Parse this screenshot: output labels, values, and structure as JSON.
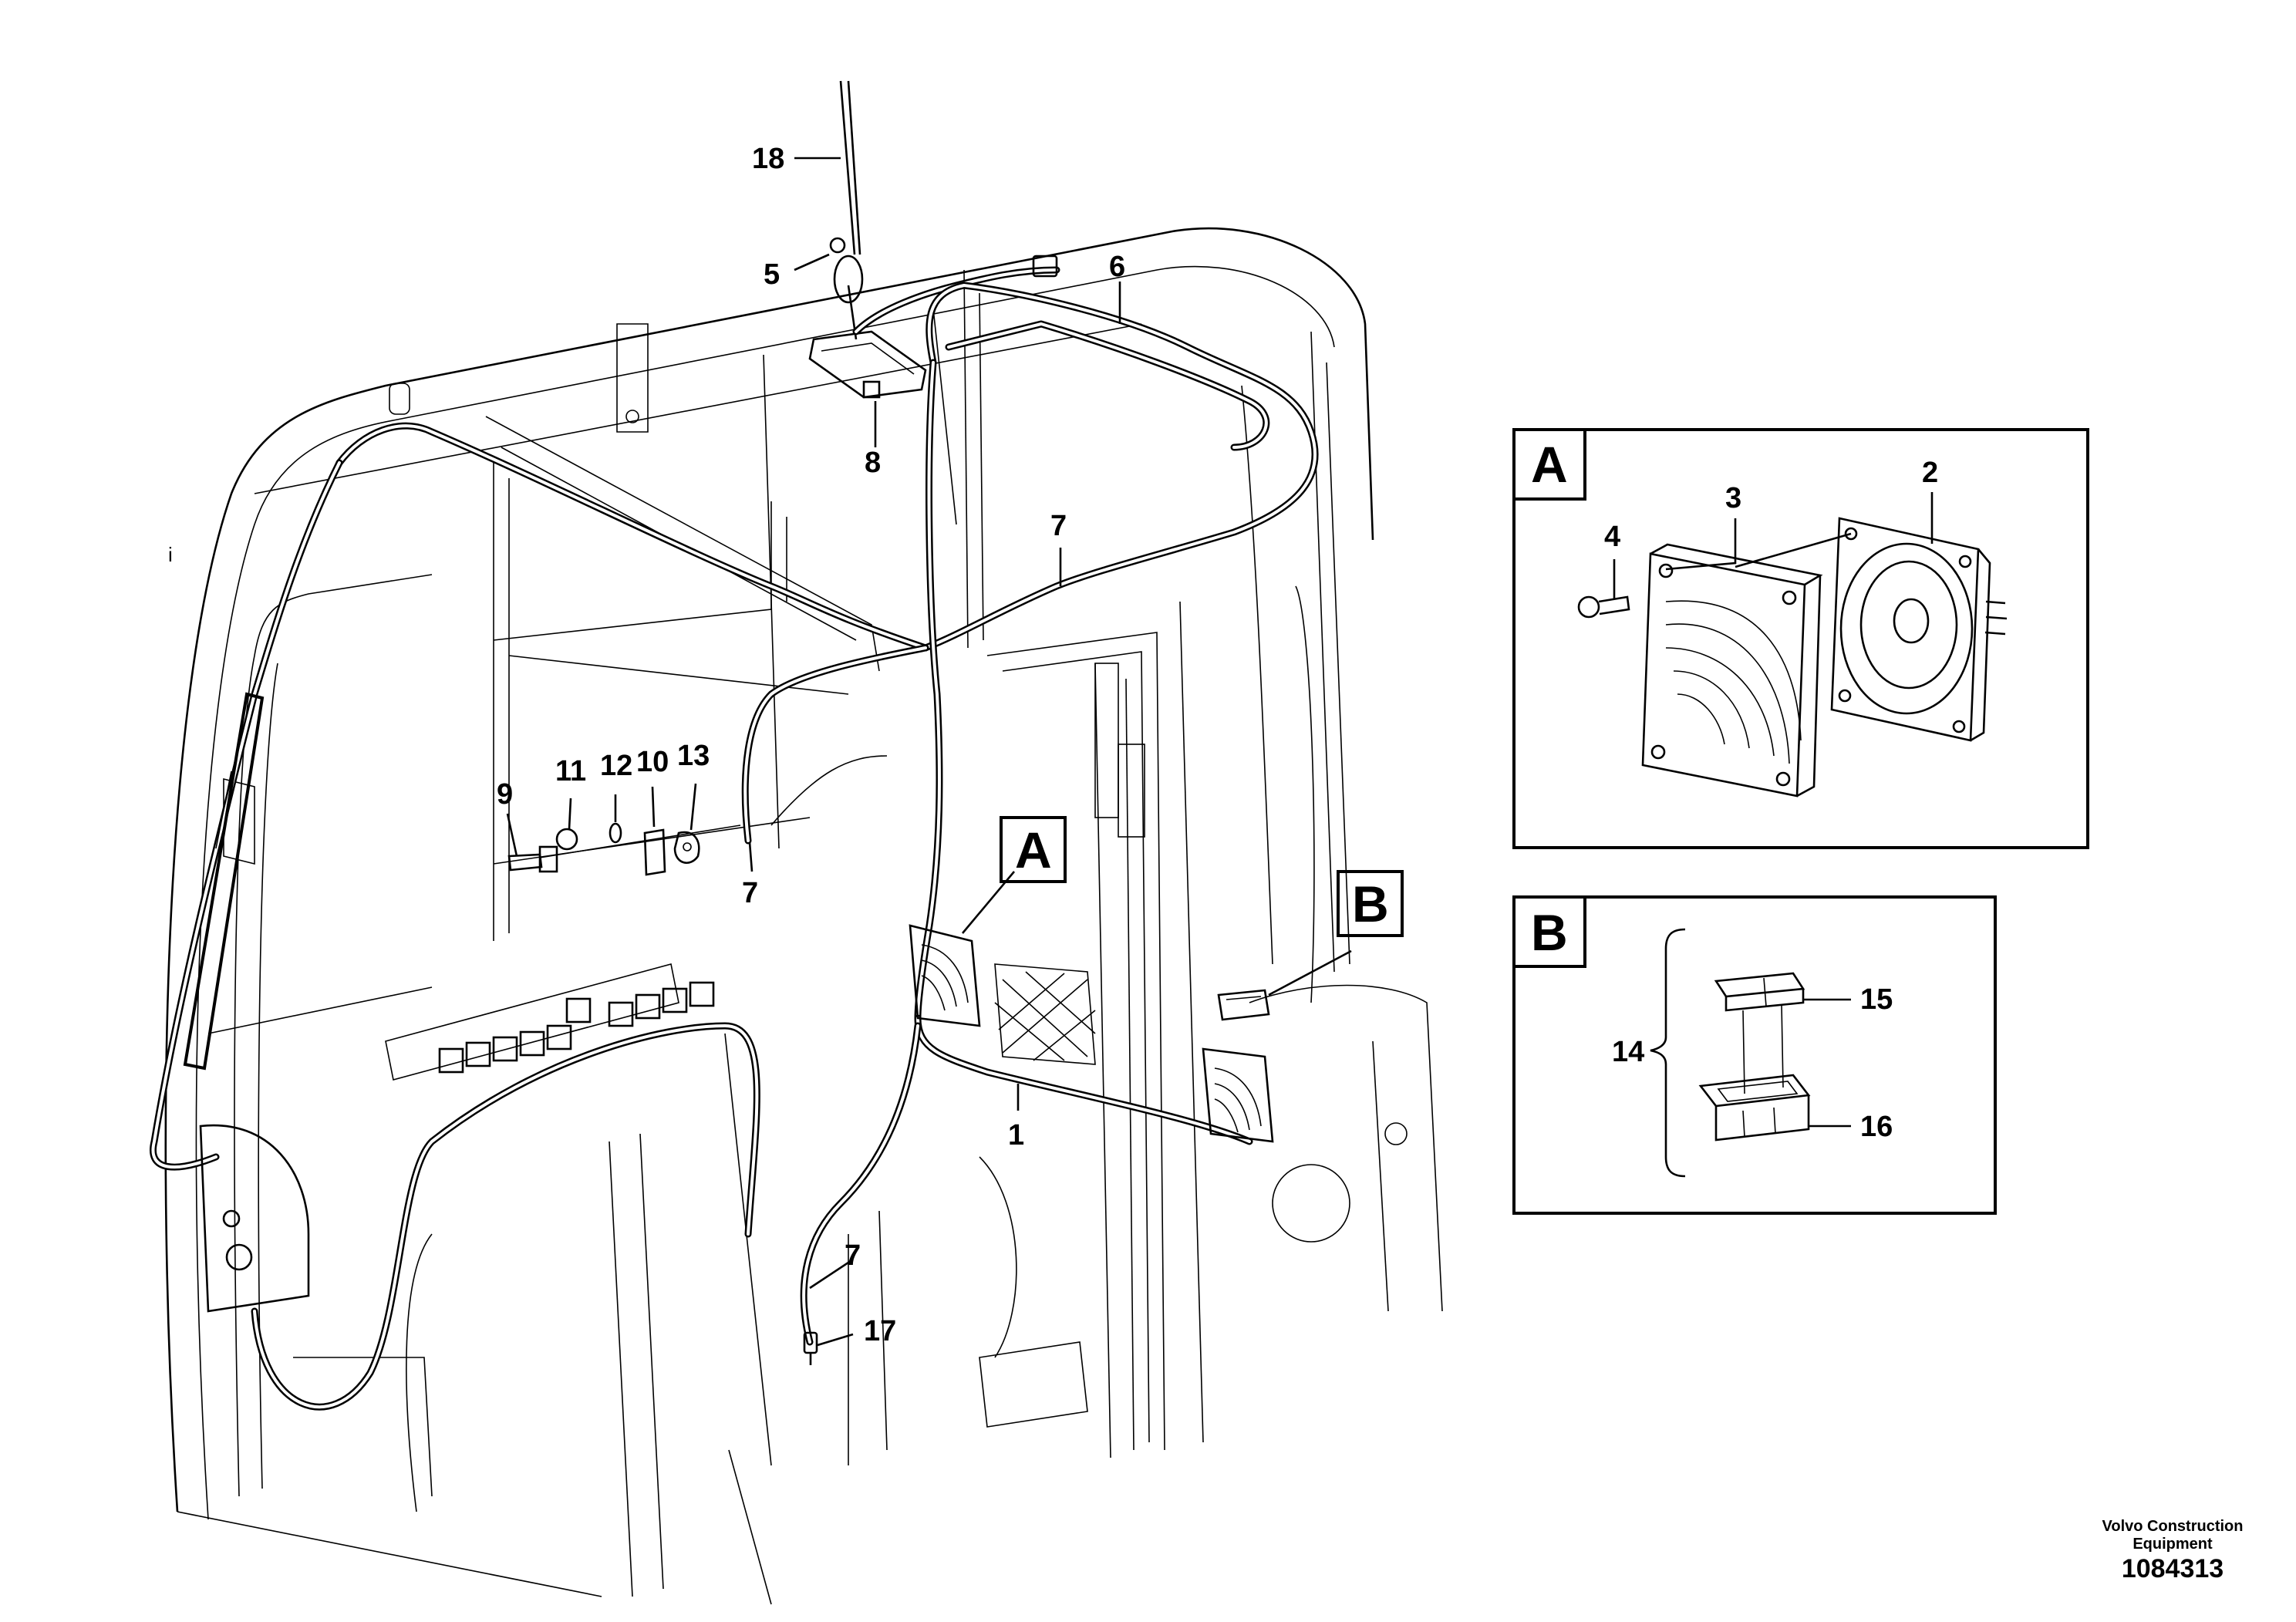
{
  "callouts": {
    "c1": "1",
    "c2": "2",
    "c3": "3",
    "c4": "4",
    "c5": "5",
    "c6": "6",
    "c7": "7",
    "c8": "8",
    "c9": "9",
    "c10": "10",
    "c11": "11",
    "c12": "12",
    "c13": "13",
    "c14": "14",
    "c15": "15",
    "c16": "16",
    "c17": "17",
    "c18": "18",
    "ci": "i"
  },
  "detail_labels": {
    "A": "A",
    "B": "B"
  },
  "footer": {
    "company_line1": "Volvo Construction",
    "company_line2": "Equipment",
    "drawing_number": "1084313"
  }
}
